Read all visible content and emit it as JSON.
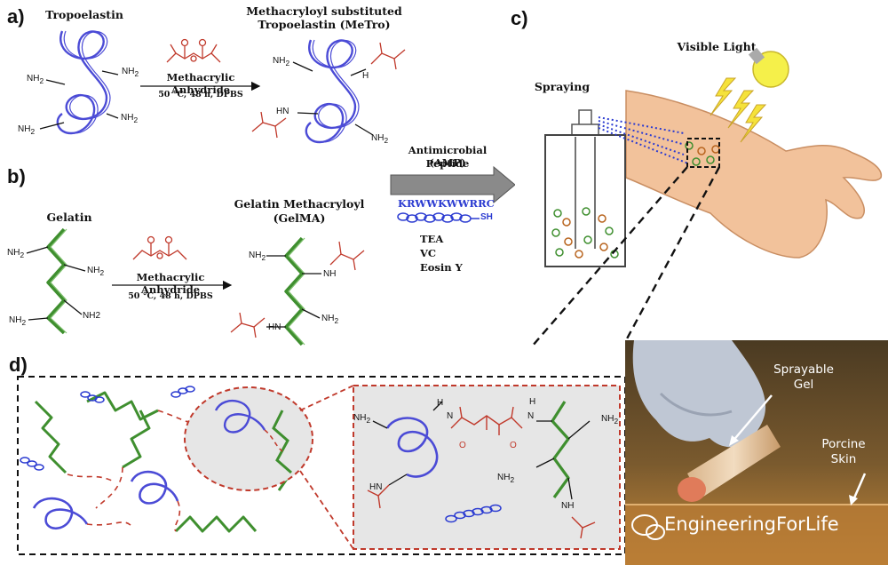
{
  "panel_a": {
    "letter": "a)",
    "reactant_title": "Tropoelastin",
    "product_title_1": "Methacryloyl substituted",
    "product_title_2": "Tropoelastin (MeTro)",
    "reagent": "Methacrylic Anhydride",
    "conditions": "50 °C, 48 h, DPBS"
  },
  "panel_b": {
    "letter": "b)",
    "reactant_title": "Gelatin",
    "product_title_1": "Gelatin Methacryloyl",
    "product_title_2": "(GelMA)",
    "reagent": "Methacrylic Anhydride",
    "conditions": "50 °C, 48 h, DPBS"
  },
  "amp": {
    "title_1": "Antimicrobial Peptide",
    "title_2": "(AMP)",
    "sequence": "KRWWKWWRRC",
    "thiol": "SH",
    "additives": [
      "TEA",
      "VC",
      "Eosin Y"
    ]
  },
  "panel_c": {
    "letter": "c)",
    "spraying": "Spraying",
    "light": "Visible Light"
  },
  "panel_d": {
    "letter": "d)"
  },
  "chem_labels": {
    "nh2": "NH2",
    "nh2_sub": "2",
    "nh": "NH",
    "hn": "HN",
    "h": "H",
    "n": "N",
    "nh2_plain": "NH2",
    "o": "O"
  },
  "photo": {
    "label_gel_1": "Sprayable",
    "label_gel_2": "Gel",
    "label_skin_1": "Porcine",
    "label_skin_2": "Skin"
  },
  "watermark": "EngineeringForLife",
  "colors": {
    "elastin": "#4b4bd6",
    "gelatin": "#3f8f2f",
    "methacryl": "#c0392b",
    "amp": "#2b3bd1",
    "skin": "#f2c29b",
    "bulb": "#f5f04a"
  }
}
